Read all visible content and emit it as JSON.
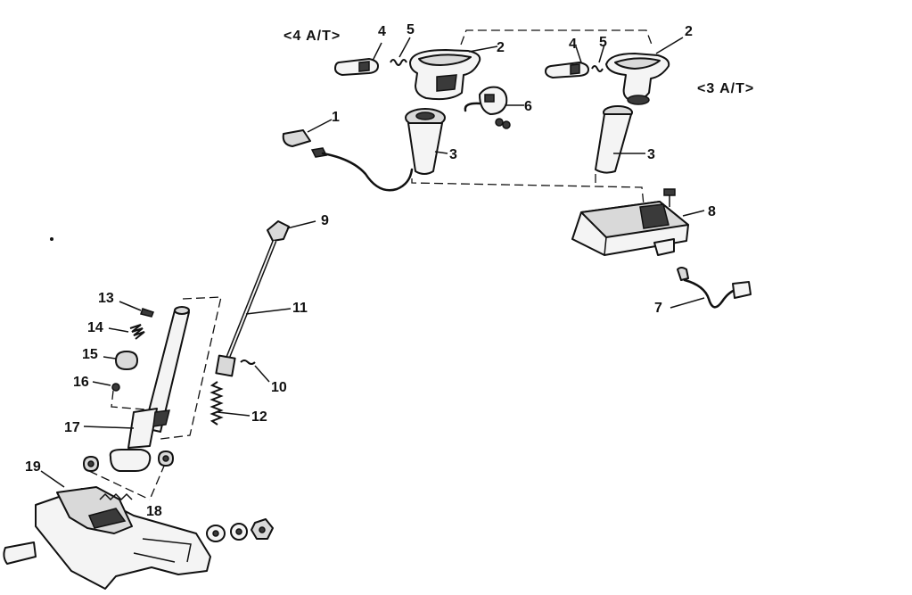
{
  "variants": {
    "four_at": "<4 A/T>",
    "three_at": "<3 A/T>"
  },
  "callouts": {
    "c1": "1",
    "c2a": "2",
    "c2b": "2",
    "c3a": "3",
    "c3b": "3",
    "c4a": "4",
    "c4b": "4",
    "c5a": "5",
    "c5b": "5",
    "c6": "6",
    "c7": "7",
    "c8": "8",
    "c9": "9",
    "c10": "10",
    "c11": "11",
    "c12": "12",
    "c13": "13",
    "c14": "14",
    "c15": "15",
    "c16": "16",
    "c17": "17",
    "c18": "18",
    "c19": "19"
  }
}
